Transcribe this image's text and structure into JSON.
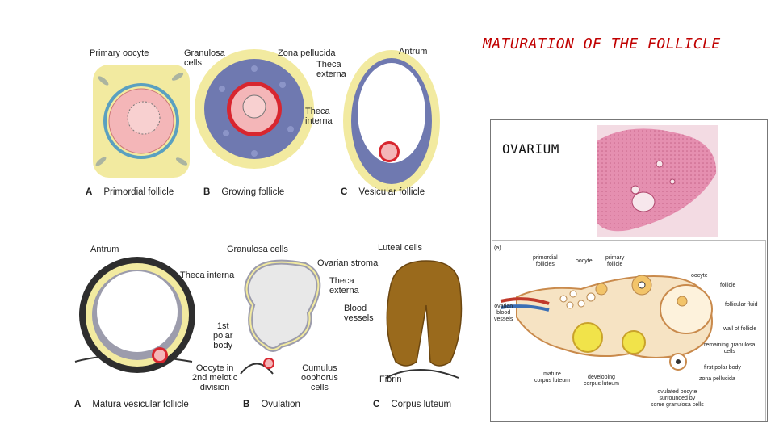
{
  "slide": {
    "title": "MATURATION OF THE FOLLICLE"
  },
  "top_figure": {
    "labels": {
      "primary_oocyte": "Primary oocyte",
      "granulosa_cells": "Granulosa\ncells",
      "zona_pellucida": "Zona pellucida",
      "theca_externa": "Theca\nexterna",
      "theca_interna": "Theca\ninterna",
      "antrum": "Antrum"
    },
    "captions": [
      {
        "letter": "A",
        "text": "Primordial follicle"
      },
      {
        "letter": "B",
        "text": "Growing follicle"
      },
      {
        "letter": "C",
        "text": "Vesicular follicle"
      }
    ]
  },
  "bottom_figure": {
    "labels": {
      "antrum": "Antrum",
      "theca_interna": "Theca interna",
      "granulosa_cells": "Granulosa cells",
      "ovarian_stroma": "Ovarian stroma",
      "theca_externa": "Theca\nexterna",
      "blood_vessels": "Blood\nvessels",
      "first_polar_body": "1st\npolar\nbody",
      "oocyte_meiotic": "Oocyte in\n2nd meiotic\ndivision",
      "cumulus": "Cumulus\noophorus\ncells",
      "luteal_cells": "Luteal cells",
      "fibrin": "Fibrin"
    },
    "captions": [
      {
        "letter": "A",
        "text": "Matura vesicular follicle"
      },
      {
        "letter": "B",
        "text": "Ovulation"
      },
      {
        "letter": "C",
        "text": "Corpus luteum"
      }
    ]
  },
  "ovarium": {
    "label": "OVARIUM",
    "diagram": {
      "panel_tag": "(a)",
      "labels": {
        "primordial_follicles": "primordial\nfollicles",
        "oocyte_top": "oocyte",
        "primary_follicle": "primary\nfollicle",
        "oocyte_right": "oocyte",
        "follicle": "follicle",
        "ovarian_vessels": "ovarian\nblood\nvessels",
        "follicular_fluid": "follicular fluid",
        "wall_of_follicle": "wall of follicle",
        "remaining_granulosa": "remaining granulosa\ncells",
        "first_polar_body": "first polar body",
        "zona_pellucida": "zona pellucida",
        "mature_cl": "mature\ncorpus luteum",
        "developing_cl": "developing\ncorpus luteum",
        "ovulated_oocyte": "ovulated oocyte\nsurrounded by\nsome granulosa cells"
      }
    }
  },
  "colors": {
    "title_red": "#c00000",
    "stroma_yellow": "#f2eaa0",
    "granulosa_blue": "#6f79b0",
    "zona_red": "#d8262f",
    "oocyte_pink": "#f4b6b8",
    "luteum_brown": "#9a6a1c",
    "histo_pink": "#e58fb0"
  }
}
